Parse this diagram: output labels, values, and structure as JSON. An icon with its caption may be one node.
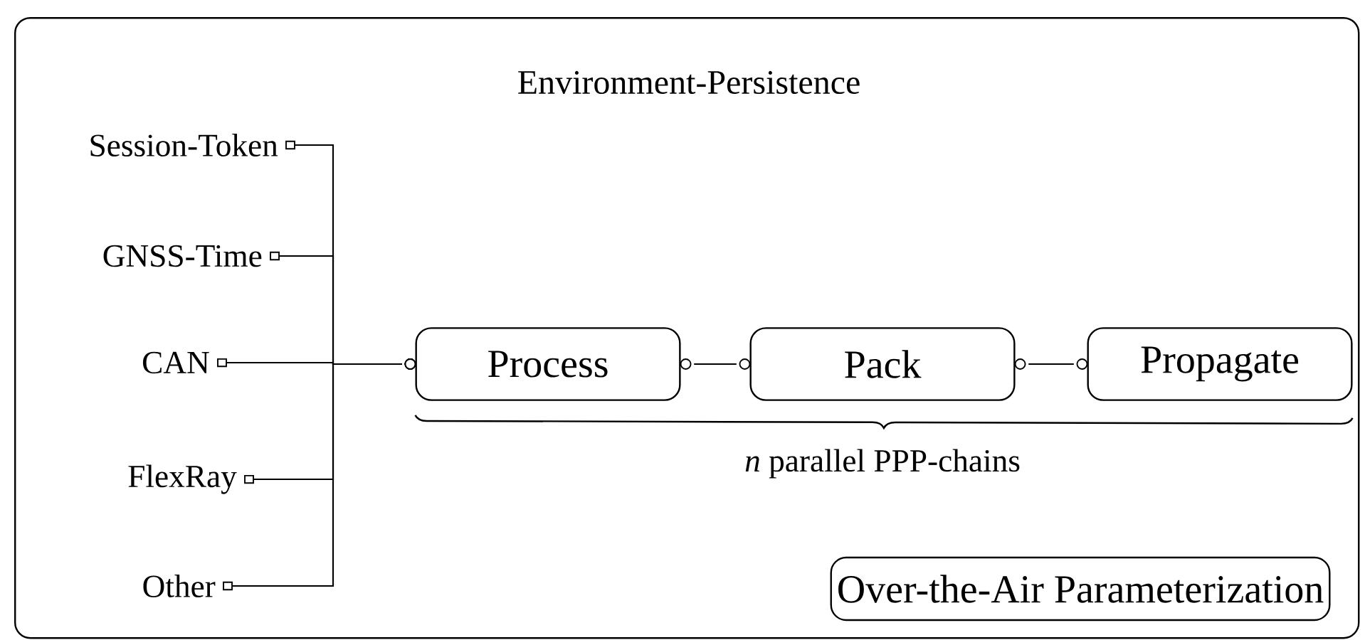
{
  "diagram": {
    "nodes": [
      {
        "text": [
          "Environment-Persistence"
        ]
      },
      {
        "text": [
          "Session-Token"
        ],
        "in": 0
      },
      {
        "text": [
          "GNSS-Time"
        ],
        "in": 0
      },
      {
        "text": [
          "CAN"
        ],
        "in": 0
      },
      {
        "text": [
          "FlexRay"
        ],
        "in": 0
      },
      {
        "text": [
          "Other"
        ],
        "in": 0
      },
      {
        "text": [
          "Process"
        ],
        "in": 0
      },
      {
        "text": [
          "Pack"
        ],
        "in": 0
      },
      {
        "text": [
          "Propagate"
        ],
        "in": 0
      },
      {
        "text": [
          "Over-the-Air Parameterization"
        ],
        "in": 0
      }
    ],
    "edges": [
      {
        "from": 1,
        "to": 6,
        "arrow": "other"
      },
      {
        "from": 2,
        "to": 6,
        "arrow": "other"
      },
      {
        "from": 3,
        "to": 6,
        "arrow": "other"
      },
      {
        "from": 4,
        "to": 6,
        "arrow": "other"
      },
      {
        "from": 5,
        "to": 6,
        "arrow": "other"
      },
      {
        "from": 6,
        "to": 7,
        "arrow": "other"
      },
      {
        "from": 7,
        "to": 8,
        "arrow": "other"
      }
    ],
    "labels": [
      "*n* parallel PPP-chains"
    ]
  }
}
